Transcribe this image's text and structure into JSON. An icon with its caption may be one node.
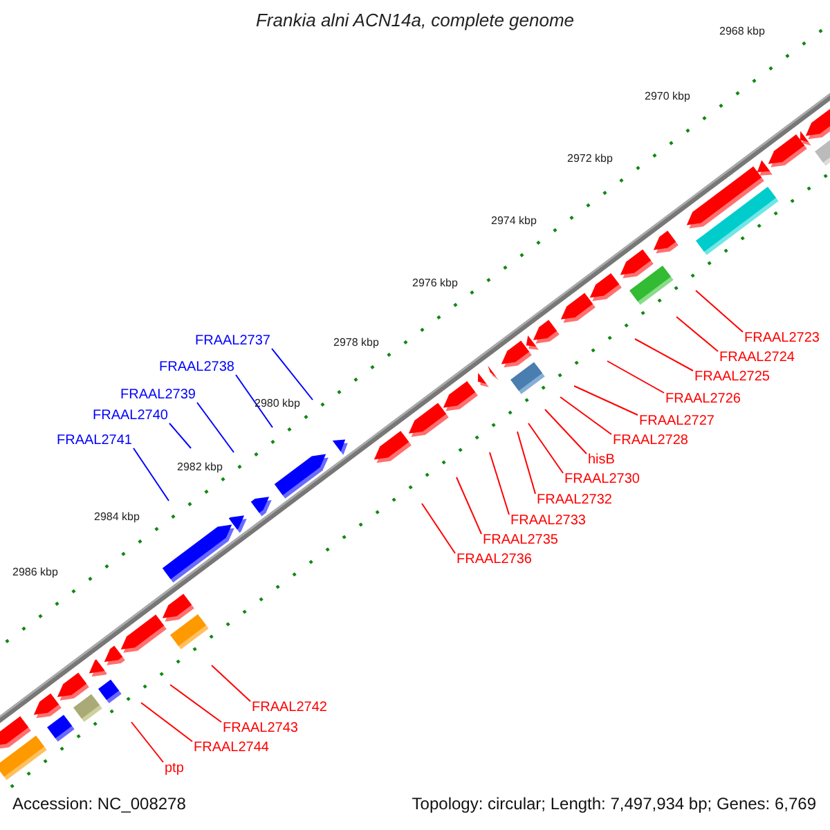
{
  "diagram": {
    "title": "Frankia alni ACN14a, complete genome",
    "nodes": [
      {
        "text": [
          "FRAAL2737"
        ]
      },
      {
        "text": [
          "FRAAL2738"
        ]
      },
      {
        "text": [
          "FRAAL2739"
        ]
      },
      {
        "text": [
          "FRAAL2740"
        ]
      },
      {
        "text": [
          "FRAAL2741"
        ]
      },
      {
        "text": [
          "FRAAL2723"
        ]
      },
      {
        "text": [
          "FRAAL2724"
        ]
      },
      {
        "text": [
          "FRAAL2725"
        ]
      },
      {
        "text": [
          "FRAAL2726"
        ]
      },
      {
        "text": [
          "FRAAL2727"
        ]
      },
      {
        "text": [
          "FRAAL2728"
        ]
      },
      {
        "text": [
          "hisB"
        ]
      },
      {
        "text": [
          "FRAAL2730"
        ]
      },
      {
        "text": [
          "FRAAL2732"
        ]
      },
      {
        "text": [
          "FRAAL2733"
        ]
      },
      {
        "text": [
          "FRAAL2735"
        ]
      },
      {
        "text": [
          "FRAAL2736"
        ]
      },
      {
        "text": [
          "FRAAL2742"
        ]
      },
      {
        "text": [
          "FRAAL2743"
        ]
      },
      {
        "text": [
          "FRAAL2744"
        ]
      },
      {
        "text": [
          "ptp"
        ]
      }
    ],
    "edges": [
      {
        "from": 0,
        "to": null,
        "arrow": "none",
        "color": "#0000ff"
      },
      {
        "from": 1,
        "to": null,
        "arrow": "none",
        "color": "#0000ff"
      },
      {
        "from": 2,
        "to": null,
        "arrow": "none",
        "color": "#0000ff"
      },
      {
        "from": 3,
        "to": null,
        "arrow": "none",
        "color": "#0000ff"
      },
      {
        "from": 4,
        "to": null,
        "arrow": "none",
        "color": "#0000ff"
      },
      {
        "from": 5,
        "to": null,
        "arrow": "none"
      },
      {
        "from": 6,
        "to": null,
        "arrow": "none"
      },
      {
        "from": 7,
        "to": null,
        "arrow": "none"
      },
      {
        "from": 8,
        "to": null,
        "arrow": "none"
      },
      {
        "from": 9,
        "to": null,
        "arrow": "none"
      },
      {
        "from": 10,
        "to": null,
        "arrow": "none"
      },
      {
        "from": 11,
        "to": null,
        "arrow": "none"
      },
      {
        "from": 12,
        "to": null,
        "arrow": "none"
      },
      {
        "from": 13,
        "to": null,
        "arrow": "none"
      },
      {
        "from": 14,
        "to": null,
        "arrow": "none"
      },
      {
        "from": 15,
        "to": null,
        "arrow": "none"
      },
      {
        "from": 16,
        "to": null,
        "arrow": "none"
      },
      {
        "from": 17,
        "to": null,
        "arrow": "none"
      },
      {
        "from": 18,
        "to": null,
        "arrow": "none"
      },
      {
        "from": 19,
        "to": null,
        "arrow": "none"
      },
      {
        "from": 20,
        "to": null,
        "arrow": "none"
      }
    ],
    "labels": [
      "2968 kbp",
      "2970 kbp",
      "2972 kbp",
      "2974 kbp",
      "2976 kbp",
      "2978 kbp",
      "2980 kbp",
      "2982 kbp",
      "2984 kbp",
      "2986 kbp",
      "Accession: NC_008278",
      "Topology: circular; Length: 7,497,934 bp; Genes: 6,769"
    ]
  }
}
